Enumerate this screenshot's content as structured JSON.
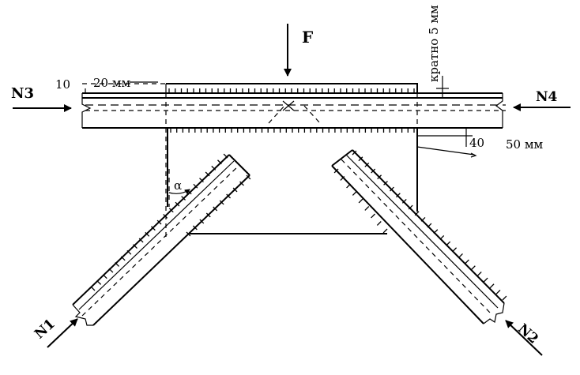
{
  "forces": {
    "F": "F",
    "N3": "N3",
    "N4": "N4",
    "N1": "N1",
    "N2": "N2"
  },
  "dimensions": {
    "ten": "10",
    "twenty_mm": "20 мм",
    "forty": "40",
    "fifty_mm": "50 мм",
    "multiple_5mm": "кратно 5 мм"
  },
  "angle_label": "α"
}
